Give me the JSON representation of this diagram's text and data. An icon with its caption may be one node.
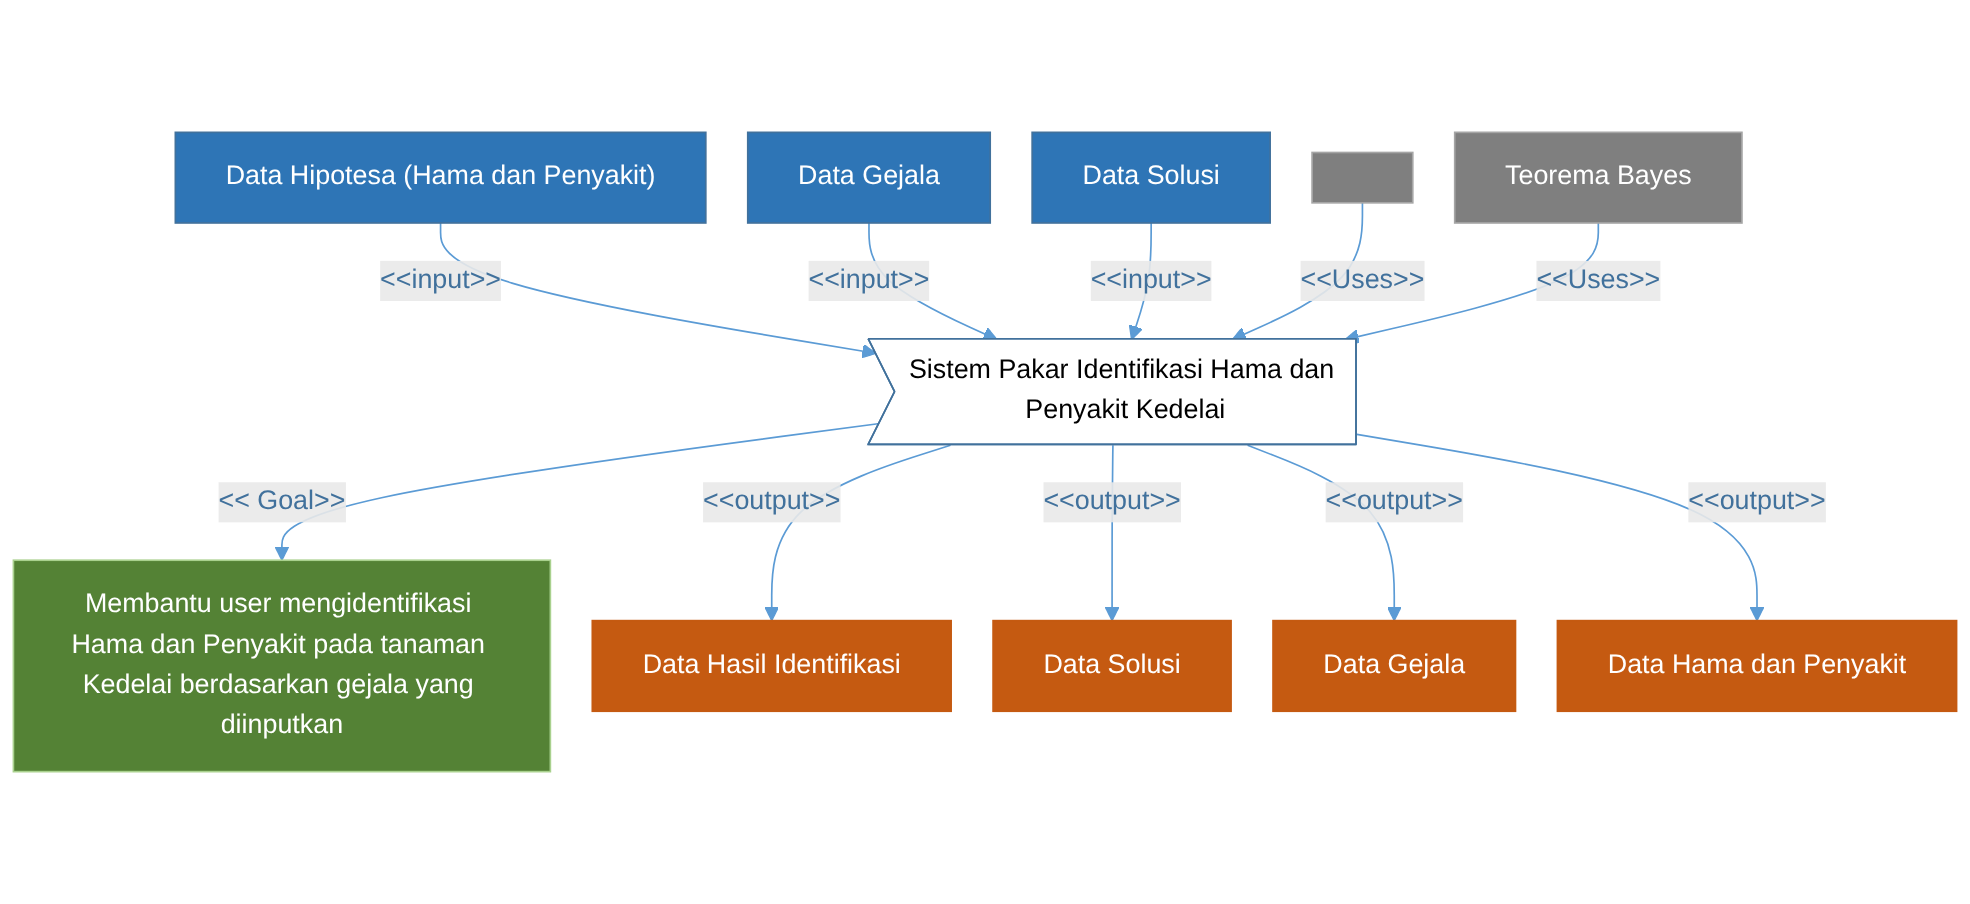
{
  "diagram": {
    "nodes": [
      {
        "text": [
          "Data Hipotesa (Hama dan Penyakit)"
        ]
      },
      {
        "text": [
          "Data Gejala"
        ]
      },
      {
        "text": [
          "Data Solusi"
        ]
      },
      {
        "text": [],
        "shape": "box"
      },
      {
        "text": [
          "Teorema Bayes"
        ]
      },
      {
        "text": [
          "Sistem Pakar Identifikasi Hama dan Penyakit Kedelai"
        ]
      },
      {
        "text": [
          "Membantu user mengidentifikasi Hama dan Penyakit pada tanaman Kedelai berdasarkan gejala yang diinputkan"
        ]
      },
      {
        "text": [
          "Data Hasil Identifikasi"
        ]
      },
      {
        "text": [
          "Data Solusi"
        ]
      },
      {
        "text": [
          "Data Gejala"
        ]
      },
      {
        "text": [
          "Data Hama dan Penyakit"
        ]
      }
    ],
    "edges": [
      {
        "from": 0,
        "to": 5,
        "arrow": "to",
        "label": "<<input>>"
      },
      {
        "from": 1,
        "to": 5,
        "arrow": "to",
        "label": "<<input>>"
      },
      {
        "from": 2,
        "to": 5,
        "arrow": "to",
        "label": "<<input>>"
      },
      {
        "from": 3,
        "to": 5,
        "arrow": "to",
        "label": "<<Uses>>"
      },
      {
        "from": 4,
        "to": 5,
        "arrow": "to",
        "label": "<<Uses>>"
      },
      {
        "from": 5,
        "to": 6,
        "arrow": "to",
        "label": "<< Goal>>"
      },
      {
        "from": 5,
        "to": 7,
        "arrow": "to",
        "label": "<<output>>"
      },
      {
        "from": 5,
        "to": 8,
        "arrow": "to",
        "label": "<<output>>"
      },
      {
        "from": 5,
        "to": 9,
        "arrow": "to",
        "label": "<<output>>"
      },
      {
        "from": 5,
        "to": 10,
        "arrow": "to",
        "label": "<<output>>"
      }
    ]
  }
}
